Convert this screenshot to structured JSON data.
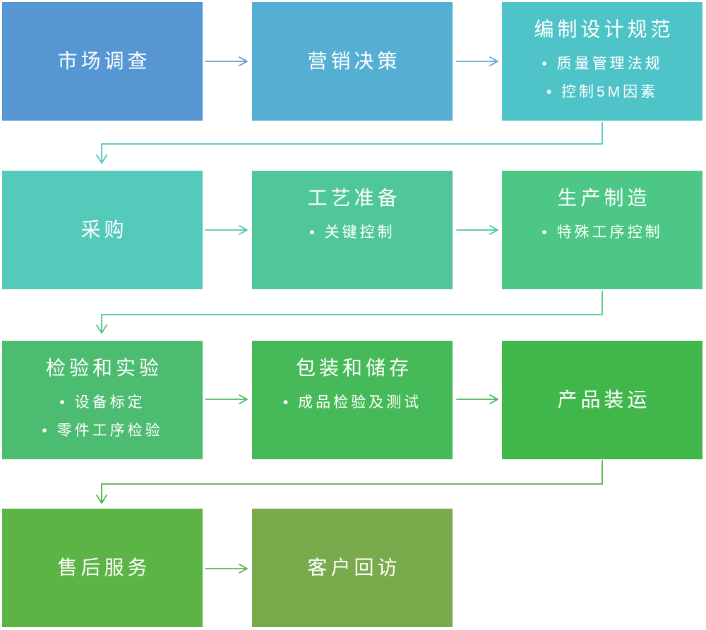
{
  "canvas": {
    "background": "#ffffff",
    "text_color": "#ffffff"
  },
  "flowchart": {
    "boxes": [
      {
        "name": "market-research",
        "title": "市场调查",
        "color": "#5697d3",
        "bullets": []
      },
      {
        "name": "marketing-decision",
        "title": "营销决策",
        "color": "#55afd3",
        "bullets": []
      },
      {
        "name": "design-spec",
        "title": "编制设计规范",
        "color": "#4fc4c8",
        "bullets": [
          "质量管理法规",
          "控制5M因素"
        ]
      },
      {
        "name": "procurement",
        "title": "采购",
        "color": "#54cbba",
        "bullets": []
      },
      {
        "name": "process-preparation",
        "title": "工艺准备",
        "color": "#4fc79a",
        "bullets": [
          "关键控制"
        ]
      },
      {
        "name": "production",
        "title": "生产制造",
        "color": "#4dc785",
        "bullets": [
          "特殊工序控制"
        ]
      },
      {
        "name": "inspection-test",
        "title": "检验和实验",
        "color": "#4cbc71",
        "bullets": [
          "设备标定",
          "零件工序检验"
        ]
      },
      {
        "name": "packaging-storage",
        "title": "包装和储存",
        "color": "#46b958",
        "bullets": [
          "成品检验及测试"
        ]
      },
      {
        "name": "product-shipment",
        "title": "产品装运",
        "color": "#40b64b",
        "bullets": []
      },
      {
        "name": "after-sales",
        "title": "售后服务",
        "color": "#5cb447",
        "bullets": []
      },
      {
        "name": "customer-visit",
        "title": "客户回访",
        "color": "#79aa4c",
        "bullets": []
      }
    ],
    "connectors": [
      {
        "name": "arrow-market-to-marketing",
        "color": "#5b9bd5"
      },
      {
        "name": "arrow-marketing-to-designspec",
        "color": "#54afd4"
      },
      {
        "name": "elbow-designspec-to-procurement",
        "color": "#4ec4c8"
      },
      {
        "name": "arrow-procurement-to-process",
        "color": "#49c9ac"
      },
      {
        "name": "arrow-process-to-production",
        "color": "#4cc793"
      },
      {
        "name": "elbow-production-to-inspection",
        "color": "#4cc783"
      },
      {
        "name": "arrow-inspection-to-packaging",
        "color": "#49bb66"
      },
      {
        "name": "arrow-packaging-to-shipment",
        "color": "#45b853"
      },
      {
        "name": "elbow-shipment-to-aftersales",
        "color": "#4db44b"
      },
      {
        "name": "arrow-aftersales-to-customer",
        "color": "#60b149"
      }
    ]
  }
}
